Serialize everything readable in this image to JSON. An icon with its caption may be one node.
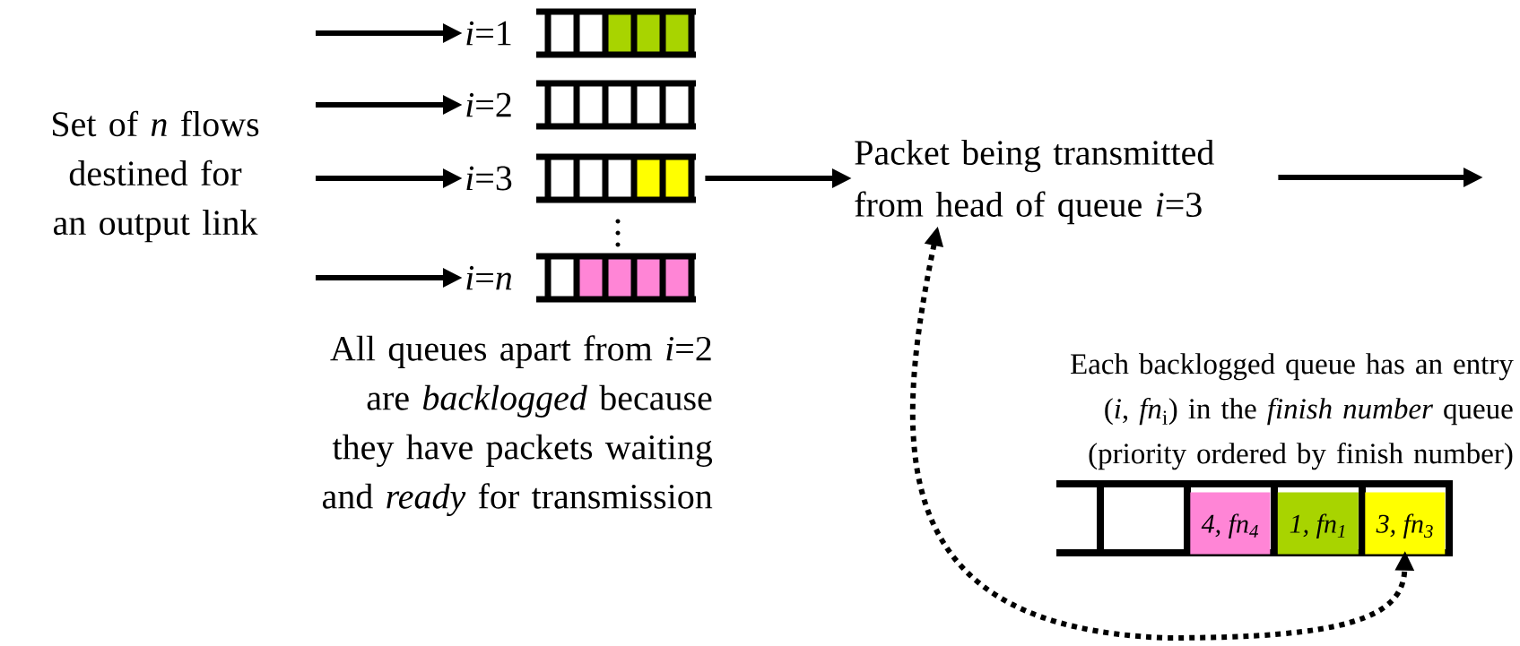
{
  "diagram": {
    "nodes": [
      {
        "text": [
          "Set of *n* flows destined for an output link"
        ]
      },
      {
        "text": [
          "*i*=1"
        ]
      },
      {
        "text": [
          "*i*=2"
        ]
      },
      {
        "text": [
          "*i*=3"
        ]
      },
      {
        "text": [
          "*i*=*n*"
        ]
      },
      {
        "text": [],
        "shape": "bar"
      },
      {
        "text": [],
        "shape": "bar"
      },
      {
        "text": [],
        "shape": "bar"
      },
      {
        "text": [],
        "shape": "bar"
      },
      {
        "text": [
          "Packet being transmitted from head of queue *i*=3"
        ]
      },
      {
        "text": [
          "Each backlogged queue has an entry (*i*, *fn*$_{i}$) in the *finish number* queue (priority ordered by finish number)"
        ]
      },
      {
        "text": [],
        "shape": "bar"
      },
      {
        "text": [
          "4, fn$_{4}$"
        ],
        "in": 11
      },
      {
        "text": [
          "1, fn$_{1}$"
        ],
        "in": 11
      },
      {
        "text": [
          "3, fn$_{3}$"
        ],
        "in": 11
      }
    ],
    "edges": [
      {
        "from": null,
        "to": 1,
        "arrow": "to"
      },
      {
        "from": null,
        "to": 2,
        "arrow": "to"
      },
      {
        "from": null,
        "to": 3,
        "arrow": "to"
      },
      {
        "from": null,
        "to": 4,
        "arrow": "to"
      },
      {
        "from": 7,
        "to": 9,
        "arrow": "to"
      },
      {
        "from": 9,
        "to": null,
        "arrow": "to"
      },
      {
        "from": 9,
        "to": 14,
        "arrow": "both",
        "style": "dashed"
      }
    ],
    "labels": [
      "All queues apart from *i*=2 are *backlogged* because they have packets waiting and *ready* for transmission"
    ]
  }
}
